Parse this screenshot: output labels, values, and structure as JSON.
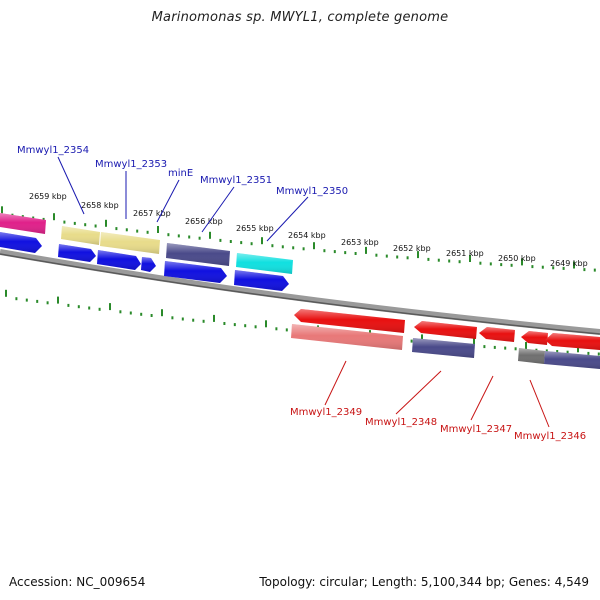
{
  "title": "Marinomonas sp. MWYL1, complete genome",
  "footer": {
    "accession": "Accession: NC_009654",
    "summary": "Topology: circular; Length: 5,100,344 bp; Genes: 4,549"
  },
  "colors": {
    "backbone": "#8a8a8a",
    "tick": "#2a8a2a",
    "label_top": "#1a1ab0",
    "label_bottom": "#c81414",
    "cds_blue": "#1010e0",
    "gene_red": "#e81010",
    "gene_magenta": "#e0208a",
    "gene_khaki": "#e8dc8a",
    "gene_slate": "#4a4a8a",
    "gene_cyan": "#10e0e0",
    "gene_salmon": "#e87878",
    "gene_gray": "#707070"
  },
  "kbp_labels": [
    "2659 kbp",
    "2658 kbp",
    "2657 kbp",
    "2656 kbp",
    "2655 kbp",
    "2654 kbp",
    "2653 kbp",
    "2652 kbp",
    "2651 kbp",
    "2650 kbp",
    "2649 kbp"
  ],
  "top_labels": [
    "Mmwyl1_2354",
    "Mmwyl1_2353",
    "minE",
    "Mmwyl1_2351",
    "Mmwyl1_2350"
  ],
  "bottom_labels": [
    "Mmwyl1_2349",
    "Mmwyl1_2348",
    "Mmwyl1_2347",
    "Mmwyl1_2346"
  ]
}
